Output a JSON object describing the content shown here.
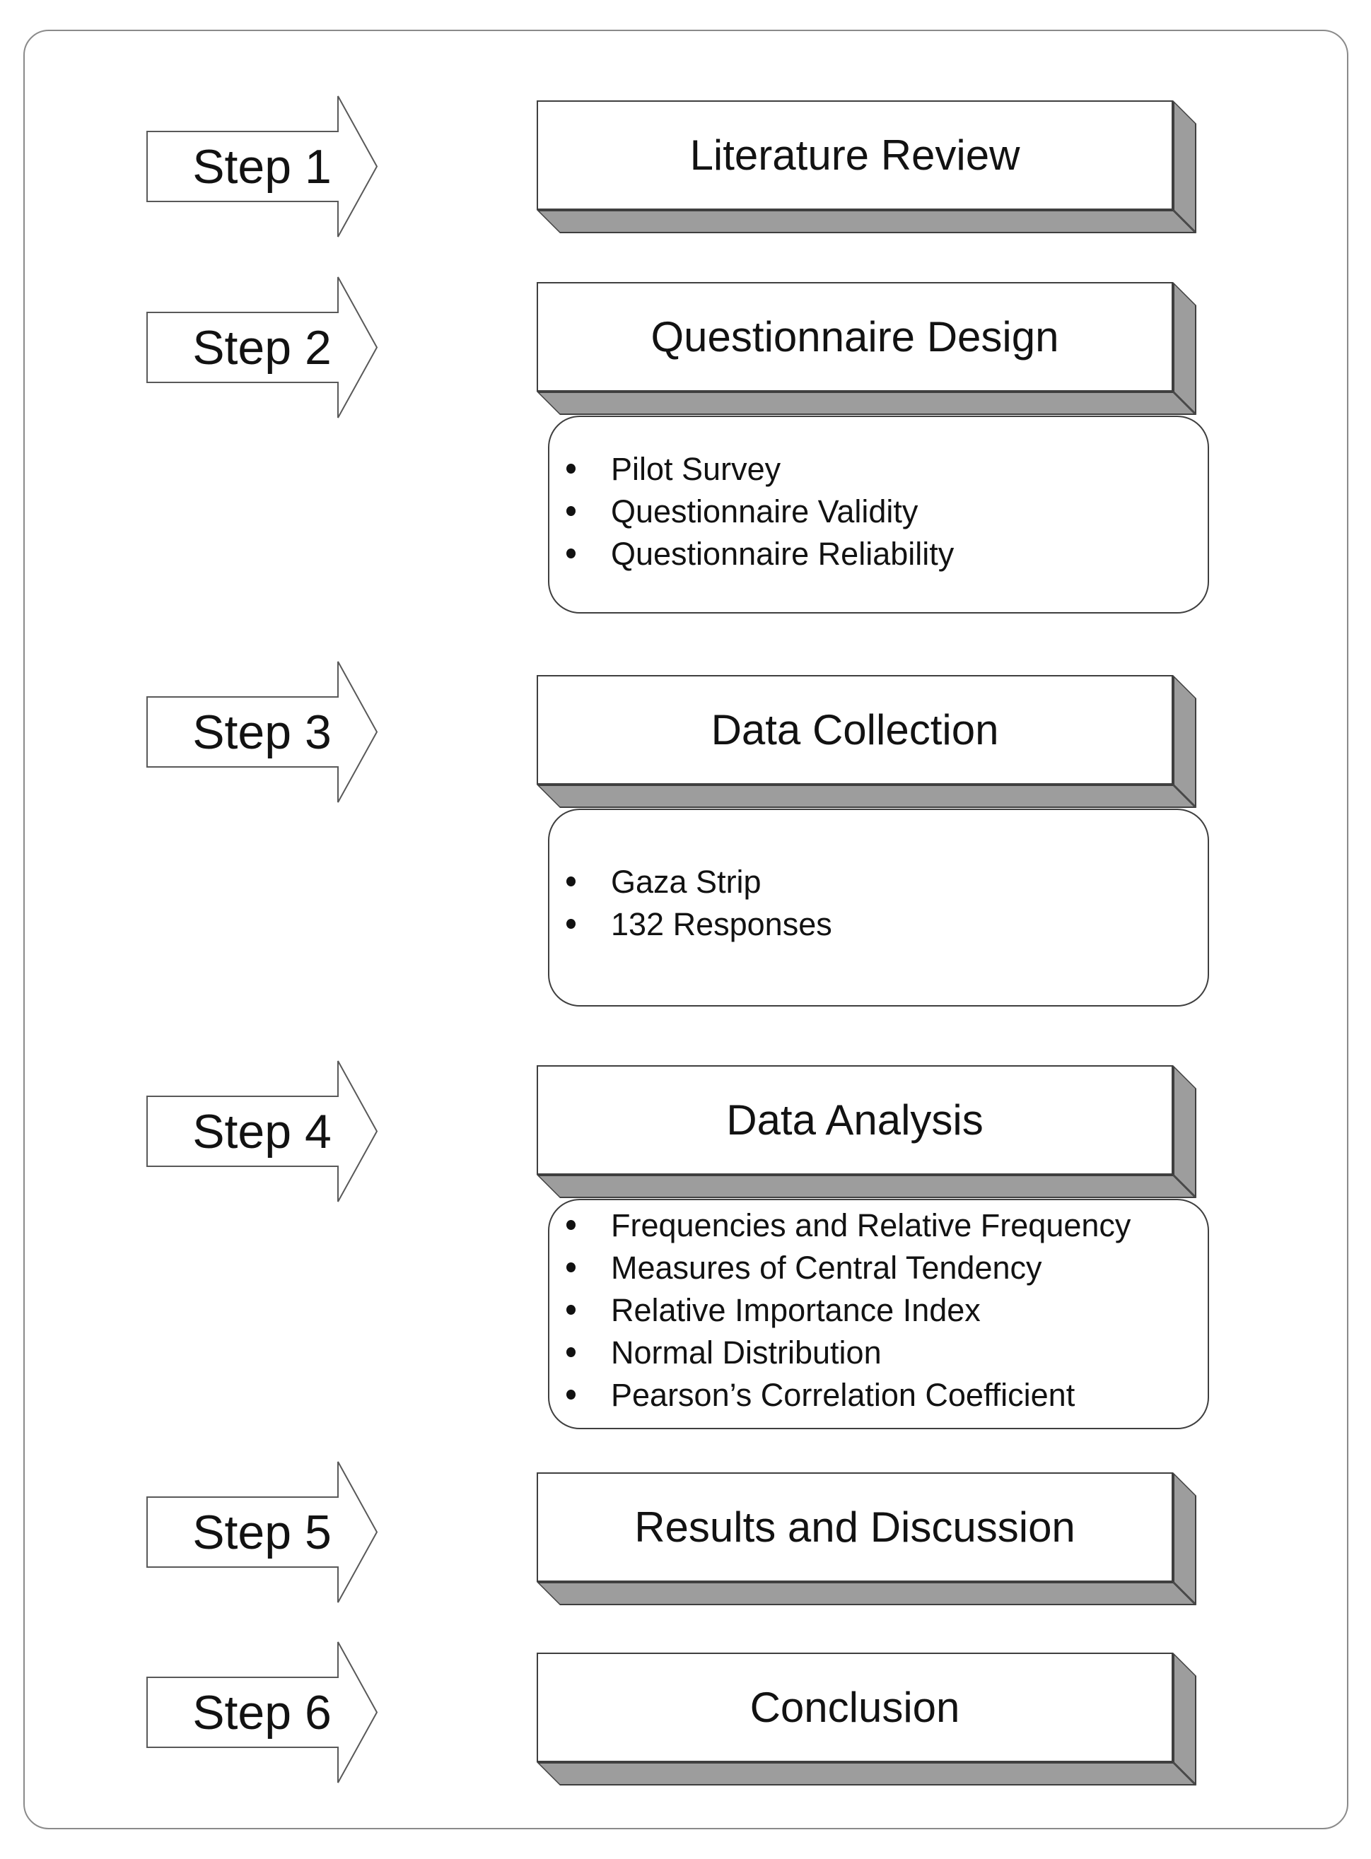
{
  "colors": {
    "shadow": "#9d9d9d",
    "line": "#3f3f3f",
    "frame": "#8a8a8a",
    "text": "#121212"
  },
  "steps": [
    {
      "label": "Step 1",
      "title": "Literature Review",
      "bullets": []
    },
    {
      "label": "Step 2",
      "title": "Questionnaire Design",
      "bullets": [
        "Pilot Survey",
        "Questionnaire Validity",
        "Questionnaire Reliability"
      ]
    },
    {
      "label": "Step 3",
      "title": "Data Collection",
      "bullets": [
        "Gaza Strip",
        "132 Responses"
      ]
    },
    {
      "label": "Step 4",
      "title": "Data Analysis",
      "bullets": [
        "Frequencies and Relative Frequency",
        "Measures of Central Tendency",
        "Relative Importance Index",
        "Normal Distribution",
        "Pearson’s Correlation Coefficient"
      ]
    },
    {
      "label": "Step 5",
      "title": "Results and Discussion",
      "bullets": []
    },
    {
      "label": "Step 6",
      "title": "Conclusion",
      "bullets": []
    }
  ]
}
